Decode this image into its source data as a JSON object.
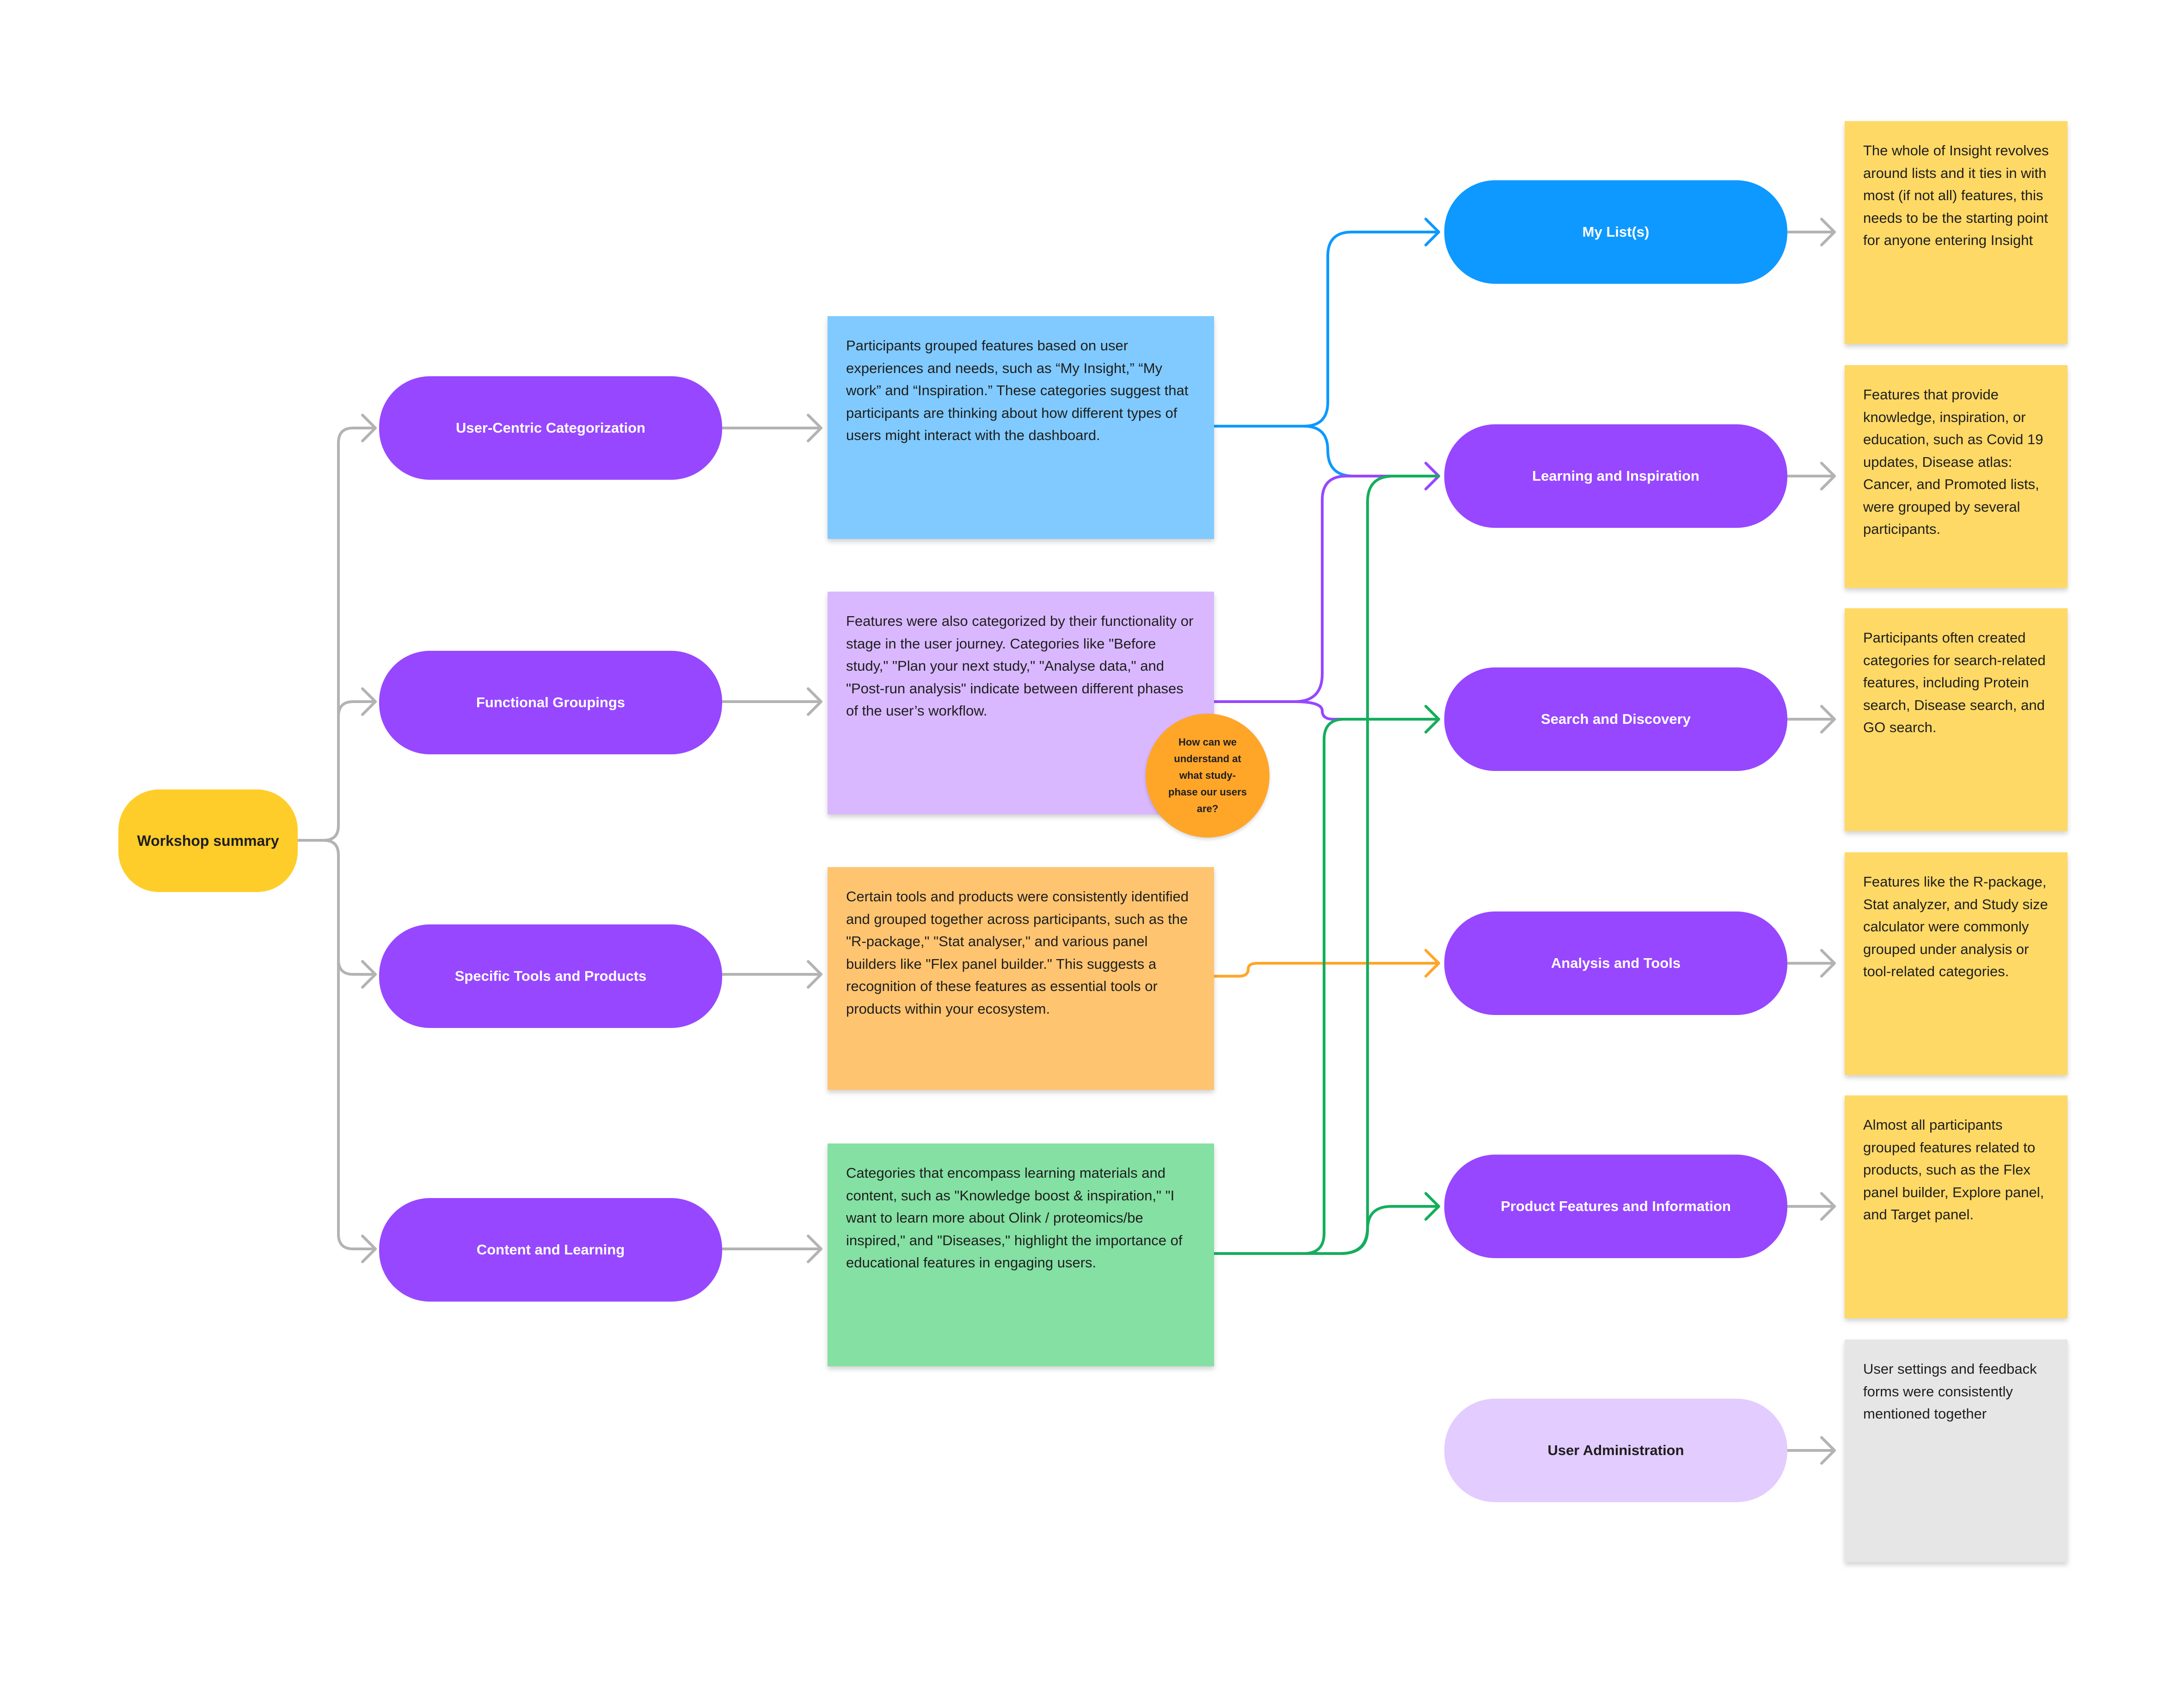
{
  "root": {
    "label": "Workshop summary"
  },
  "categories": [
    {
      "label": "User-Centric Categorization"
    },
    {
      "label": "Functional Groupings"
    },
    {
      "label": "Specific Tools and Products"
    },
    {
      "label": "Content and Learning"
    }
  ],
  "category_notes": [
    {
      "text": "Participants grouped features based on user experiences and needs, such as “My Insight,” “My work” and “Inspiration.” These categories suggest that participants are thinking about how different types of users might interact with the dashboard.",
      "color": "#80CAFF"
    },
    {
      "text": "Features were also categorized by their functionality or stage in the user journey. Categories like \"Before study,\" \"Plan your next study,\" \"Analyse data,\" and \"Post-run analysis\" indicate between different phases of the user’s workflow.",
      "color": "#D9B8FF"
    },
    {
      "text": "Certain tools and products were consistently identified and grouped together across participants, such as the \"R-package,\" \"Stat analyser,\" and various panel builders like \"Flex panel builder.\" This suggests a recognition of these features as essential tools or products within your ecosystem.",
      "color": "#FFC470"
    },
    {
      "text": "Categories that encompass learning materials and content, such as \"Knowledge boost & inspiration,\" \"I want to learn more about Olink / proteomics/be inspired,\" and \"Diseases,\" highlight the importance of educational features in engaging users.",
      "color": "#85E0A3"
    }
  ],
  "question_bubble": {
    "text": "How can we understand at what study-phase our users are?",
    "color": "#FFA629"
  },
  "outcomes": [
    {
      "label": "My List(s)",
      "color": "#0D99FF"
    },
    {
      "label": "Learning and Inspiration",
      "color": "#9747FF"
    },
    {
      "label": "Search and Discovery",
      "color": "#9747FF"
    },
    {
      "label": "Analysis and Tools",
      "color": "#9747FF"
    },
    {
      "label": "Product Features and Information",
      "color": "#9747FF"
    },
    {
      "label": "User Administration",
      "color": "#E3CCFF"
    }
  ],
  "outcome_notes": [
    {
      "text": "The whole of Insight revolves around lists and it ties in with most (if not all) features, this needs to be the starting point for anyone entering Insight"
    },
    {
      "text": "Features that provide knowledge, inspiration, or education, such as Covid 19 updates, Disease atlas: Cancer, and Promoted lists, were grouped by several participants."
    },
    {
      "text": "Participants often created categories for search-related features, including Protein search, Disease search, and GO search."
    },
    {
      "text": "Features like the R-package, Stat analyzer, and Study size calculator were commonly grouped under analysis or tool-related categories."
    },
    {
      "text": "Almost all participants grouped features related to products, such as the Flex panel builder, Explore panel, and Target panel."
    },
    {
      "text": "User settings and feedback forms were consistently mentioned together"
    }
  ],
  "connector_colors": {
    "neutral": "#B3B3B3",
    "blue": "#0D99FF",
    "purple": "#9747FF",
    "orange": "#FFA629",
    "green": "#14AE5C"
  }
}
